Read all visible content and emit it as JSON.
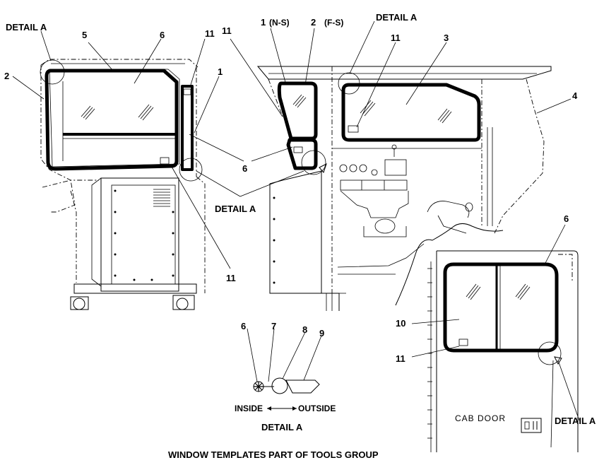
{
  "title": "WINDOW TEMPLATES PART OF TOOLS GROUP",
  "callouts": {
    "detail_a_top_left": "DETAIL A",
    "detail_a_top_mid": "DETAIL A",
    "detail_a_center": "DETAIL A",
    "detail_a_bottom_right": "DETAIL A",
    "detail_a_caption": "DETAIL A",
    "n1": "1",
    "n1_ns": "1",
    "ns_suffix": "(N-S)",
    "n2_fs": "2",
    "fs_suffix": "(F-S)",
    "n2": "2",
    "n3": "3",
    "n4": "4",
    "n5": "5",
    "n6_top": "6",
    "n6_mid": "6",
    "n6_right": "6",
    "n6_detail": "6",
    "n7": "7",
    "n8": "8",
    "n9": "9",
    "n10": "10",
    "n11_a": "11",
    "n11_b": "11",
    "n11_c": "11",
    "n11_d": "11",
    "n11_e": "11"
  },
  "detail_labels": {
    "inside": "INSIDE",
    "outside": "OUTSIDE"
  },
  "cab_door_label": "CAB DOOR"
}
